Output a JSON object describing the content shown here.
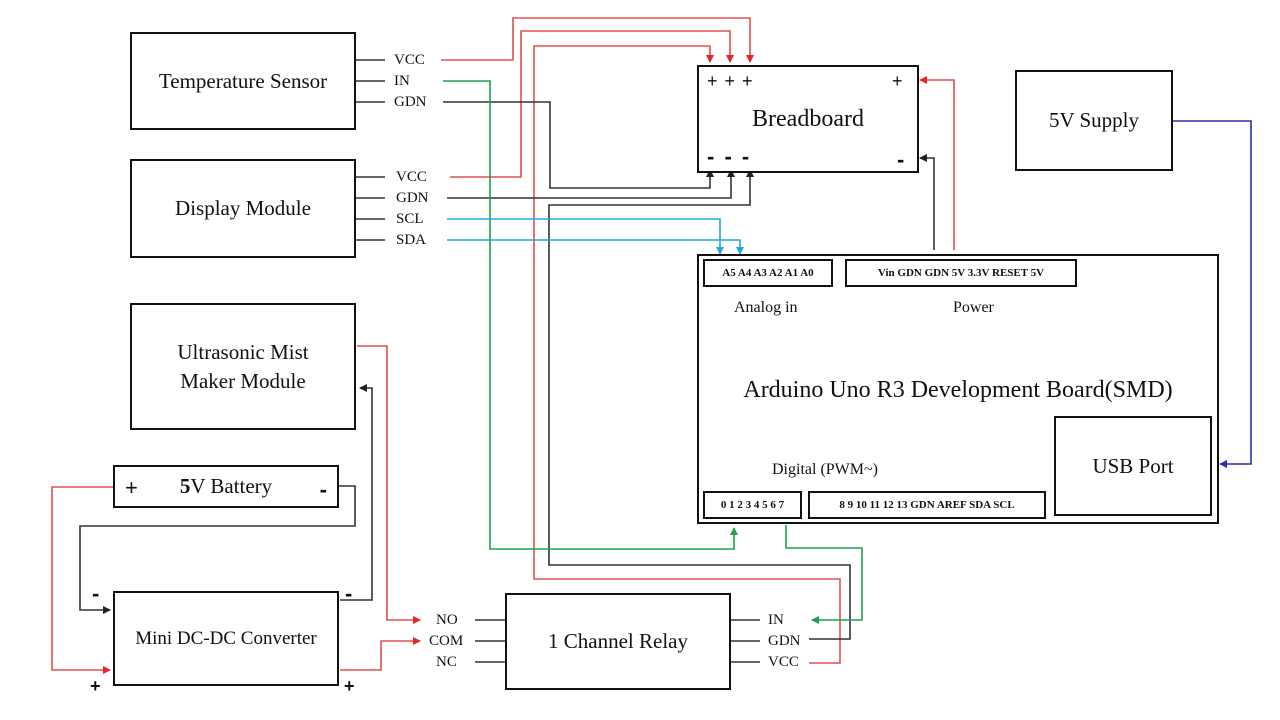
{
  "components": {
    "temperature_sensor": {
      "title": "Temperature Sensor",
      "pins": [
        "VCC",
        "IN",
        "GDN"
      ]
    },
    "display_module": {
      "title": "Display Module",
      "pins": [
        "VCC",
        "GDN",
        "SCL",
        "SDA"
      ]
    },
    "mist_maker": {
      "title_line1": "Ultrasonic Mist",
      "title_line2": "Maker Module"
    },
    "battery": {
      "bold_part": "5",
      "rest": "V Battery",
      "plus": "+",
      "minus": "-"
    },
    "dcdc": {
      "title": "Mini DC-DC Converter",
      "minus_left": "-",
      "minus_right": "-",
      "plus_left": "+",
      "plus_right": "+"
    },
    "relay": {
      "title": "1 Channel Relay",
      "left_pins": [
        "NO",
        "COM",
        "NC"
      ],
      "right_pins": [
        "IN",
        "GDN",
        "VCC"
      ]
    },
    "breadboard": {
      "title": "Breadboard",
      "plus_rail": "+ + +",
      "plus_right": "+",
      "minus_rail": "- - -",
      "minus_right": "-"
    },
    "supply": {
      "title": "5V Supply"
    },
    "arduino": {
      "title": "Arduino Uno R3 Development Board(SMD)",
      "analog_pins": "A5 A4 A3 A2 A1 A0",
      "analog_label": "Analog in",
      "power_pins": "Vin GDN GDN 5V 3.3V RESET 5V",
      "power_label": "Power",
      "digital_label": "Digital (PWM~)",
      "digital_pins_low": "0 1 2 3 4 5 6 7",
      "digital_pins_high": "8 9 10 11 12 13 GDN AREF SDA SCL",
      "usb_port": "USB Port"
    }
  },
  "wire_colors": {
    "power": "#e8262a",
    "ground": "#222222",
    "signal": "#1aa34a",
    "i2c": "#21a8e0",
    "usb": "#2b2fa8"
  }
}
